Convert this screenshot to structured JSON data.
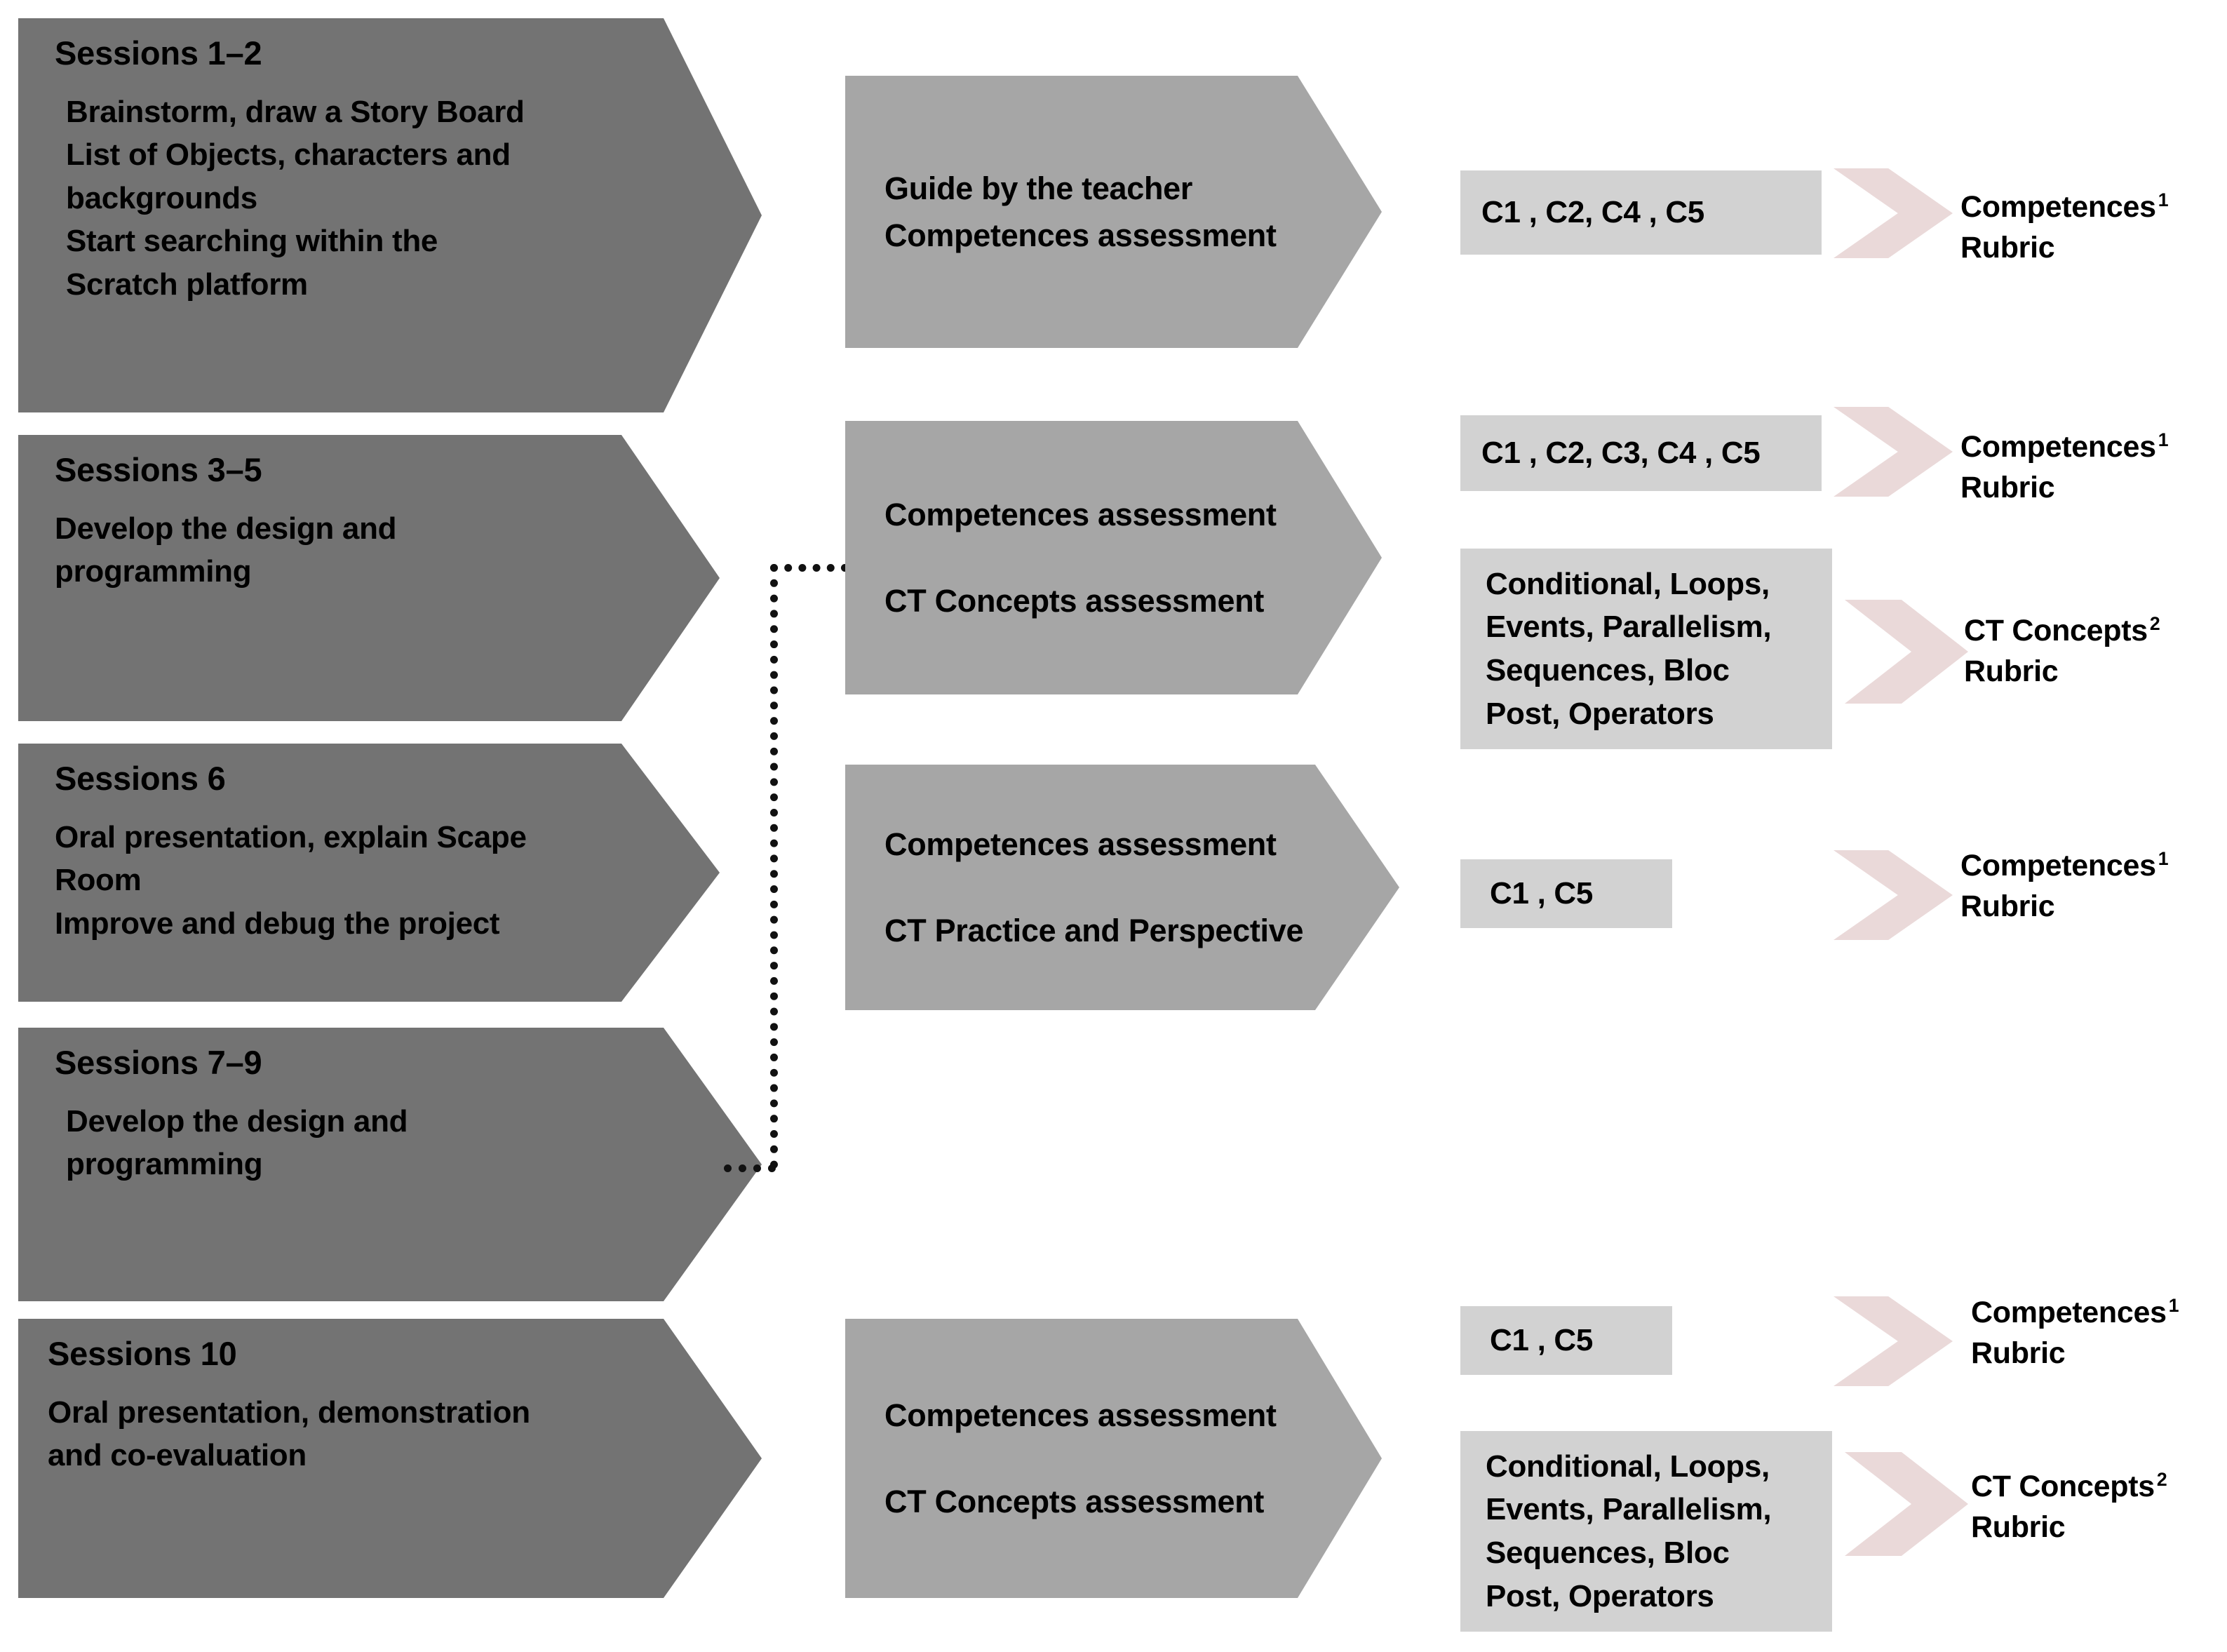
{
  "diagram": {
    "title": "Scratch Escape Room project sessions and assessment flow",
    "colors": {
      "session_arrow": "#737373",
      "assessment_arrow": "#a6a6a6",
      "tag_box": "#d2d2d2",
      "rubric_chevron": "#ead9d9",
      "text": "#000000",
      "connector": "#111111",
      "background": "#ffffff"
    }
  },
  "sessions": [
    {
      "id": "sessions-1-2",
      "title": "Sessions 1–2",
      "lines": [
        "Brainstorm, draw a Story Board",
        "List of Objects, characters and",
        "backgrounds",
        "Start searching within the",
        "Scratch platform"
      ]
    },
    {
      "id": "sessions-3-5",
      "title": "Sessions 3–5",
      "lines": [
        "Develop the design and",
        "programming"
      ]
    },
    {
      "id": "sessions-6",
      "title": "Sessions 6",
      "lines": [
        "Oral presentation, explain Scape Room",
        "Improve and debug the project"
      ]
    },
    {
      "id": "sessions-7-9",
      "title": "Sessions 7–9",
      "lines": [
        "Develop the design and",
        "programming"
      ]
    },
    {
      "id": "sessions-10",
      "title": "Sessions 10",
      "lines": [
        "Oral    presentation,    demonstration",
        "and co-evaluation"
      ]
    }
  ],
  "assessments": [
    {
      "id": "assessment-1",
      "lines": [
        "Guide by the teacher",
        "Competences assessment"
      ]
    },
    {
      "id": "assessment-2",
      "lines": [
        "Competences assessment",
        "CT Concepts assessment"
      ]
    },
    {
      "id": "assessment-3",
      "lines": [
        "Competences assessment",
        "CT Practice and Perspective"
      ]
    },
    {
      "id": "assessment-4",
      "lines": [
        "Competences assessment",
        "CT Concepts assessment"
      ]
    }
  ],
  "tags": {
    "t1": [
      "C1 , C2, C4 , C5"
    ],
    "t2": [
      "C1 , C2, C3, C4 , C5"
    ],
    "t3": [
      "Conditional, Loops,",
      "Events, Parallelism,",
      "Sequences, Bloc",
      "Post, Operators"
    ],
    "t4": [
      "C1 ,  C5"
    ],
    "t5": [
      "C1 ,  C5"
    ],
    "t6": [
      "Conditional, Loops,",
      "Events, Parallelism,",
      "Sequences, Bloc",
      "Post, Operators"
    ]
  },
  "rubrics": {
    "r1": {
      "line1": "Competences",
      "line2": "Rubric",
      "note": "1"
    },
    "r2": {
      "line1": "Competences",
      "line2": "Rubric",
      "note": "1"
    },
    "r3": {
      "line1": "CT Concepts",
      "line2": "Rubric",
      "note": "2"
    },
    "r4": {
      "line1": "Competences",
      "line2": "Rubric",
      "note": "1"
    },
    "r5": {
      "line1": "Competences",
      "line2": "Rubric",
      "note": "1"
    },
    "r6": {
      "line1": "CT Concepts",
      "line2": "Rubric",
      "note": "2"
    }
  }
}
